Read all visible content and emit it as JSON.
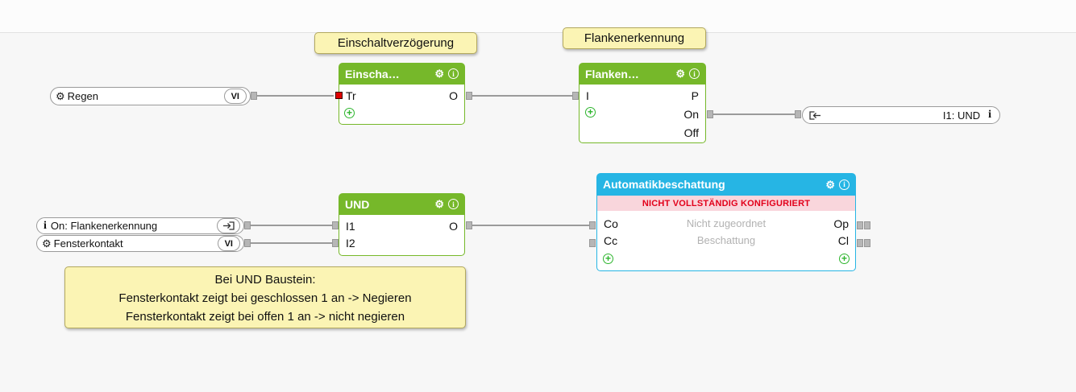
{
  "colors": {
    "green": "#76b82a",
    "cyan": "#26b5e4",
    "warn_bg": "#f9d6dc",
    "warn_text": "#e2001a",
    "note_bg": "#fbf4b4",
    "note_border": "#b3a95f",
    "wire": "#9b9b9b"
  },
  "icons": {
    "gear": "⚙",
    "info": "i",
    "plus": "+",
    "info_text": "i"
  },
  "tags": {
    "einschaltverzoegerung": "Einschaltverzögerung",
    "flankenerkennung": "Flankenerkennung"
  },
  "note": {
    "line1": "Bei UND Baustein:",
    "line2": "Fensterkontakt zeigt bei geschlossen 1 an -> Negieren",
    "line3": "Fensterkontakt zeigt bei offen 1 an -> nicht negieren"
  },
  "pills": {
    "regen": {
      "label": "Regen",
      "badge": "VI"
    },
    "on_flankenerkennung": {
      "label": "On: Flankenerkennung"
    },
    "fensterkontakt": {
      "label": "Fensterkontakt",
      "badge": "VI"
    },
    "output": {
      "label": "I1: UND"
    }
  },
  "blocks": {
    "einschaltverzoegerung": {
      "title": "Einscha…",
      "pins": {
        "tr": "Tr",
        "o": "O"
      }
    },
    "flankenerkennung": {
      "title": "Flanken…",
      "pins": {
        "i": "I",
        "p": "P",
        "on": "On",
        "off": "Off"
      }
    },
    "und": {
      "title": "UND",
      "pins": {
        "i1": "I1",
        "i2": "I2",
        "o": "O"
      }
    },
    "automatikbeschattung": {
      "title": "Automatikbeschattung",
      "warning": "NICHT VOLLSTÄNDIG KONFIGURIERT",
      "rows": [
        {
          "left": "Co",
          "center": "Nicht zugeordnet",
          "right": "Op"
        },
        {
          "left": "Cc",
          "center": "Beschattung",
          "right": "Cl"
        }
      ]
    }
  }
}
